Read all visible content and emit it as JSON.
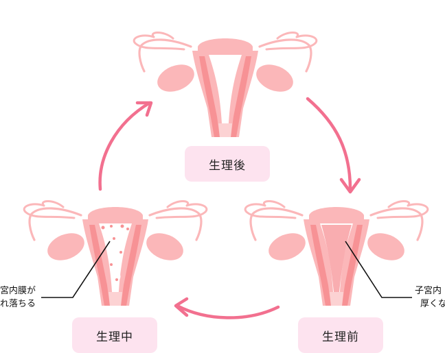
{
  "stages": {
    "after": {
      "label": "生理後"
    },
    "during": {
      "label": "生理中"
    },
    "before": {
      "label": "生理前"
    }
  },
  "annotations": {
    "during_line1": "宮内膜が",
    "during_line2": "れ落ちる",
    "before_line1": "子宮内",
    "before_line2": "厚くな"
  },
  "colors": {
    "uterus_fill": "#fbb7b9",
    "uterus_dark": "#f79295",
    "uterus_light": "#fcd2d3",
    "arrow": "#f2708f",
    "label_bg": "#fde3ef",
    "drops": "#ffffff"
  }
}
